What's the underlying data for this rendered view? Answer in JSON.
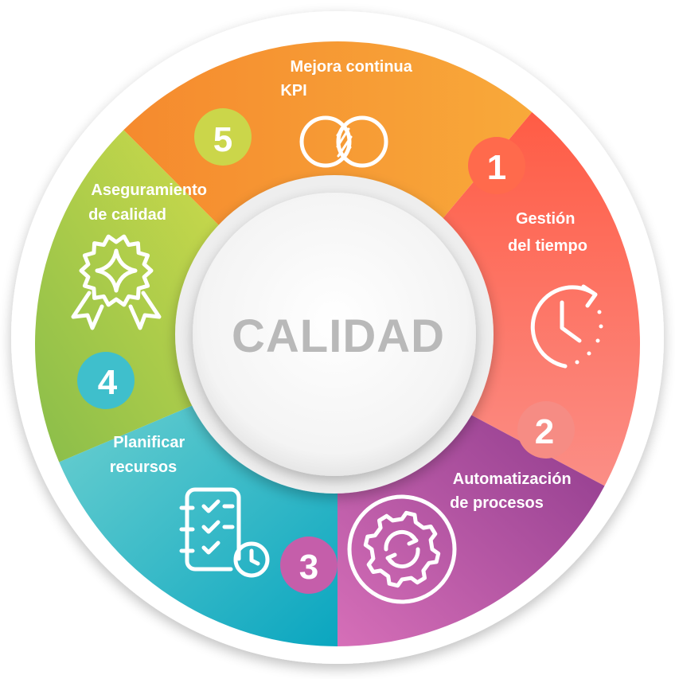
{
  "center": {
    "title": "CALIDAD"
  },
  "segments": [
    {
      "number": "1",
      "label_lines": [
        "Gestión",
        "del tiempo"
      ],
      "icon": "clock-icon"
    },
    {
      "number": "2",
      "label_lines": [
        "Automatización",
        "de procesos"
      ],
      "icon": "gear-sync-icon"
    },
    {
      "number": "3",
      "label_lines": [
        "Planificar",
        "recursos"
      ],
      "icon": "checklist-clock-icon"
    },
    {
      "number": "4",
      "label_lines": [
        "Aseguramiento",
        "de calidad"
      ],
      "icon": "quality-badge-icon"
    },
    {
      "number": "5",
      "label_lines": [
        "Mejora continua",
        "KPI"
      ],
      "icon": "overlapping-circles-icon"
    }
  ],
  "colors": {
    "segment1": "#f6705a",
    "segment2": "#b24f9f",
    "segment3": "#1fb3c4",
    "segment4": "#a8c94a",
    "segment5": "#f79a35",
    "center_text": "#b9b9b9"
  }
}
